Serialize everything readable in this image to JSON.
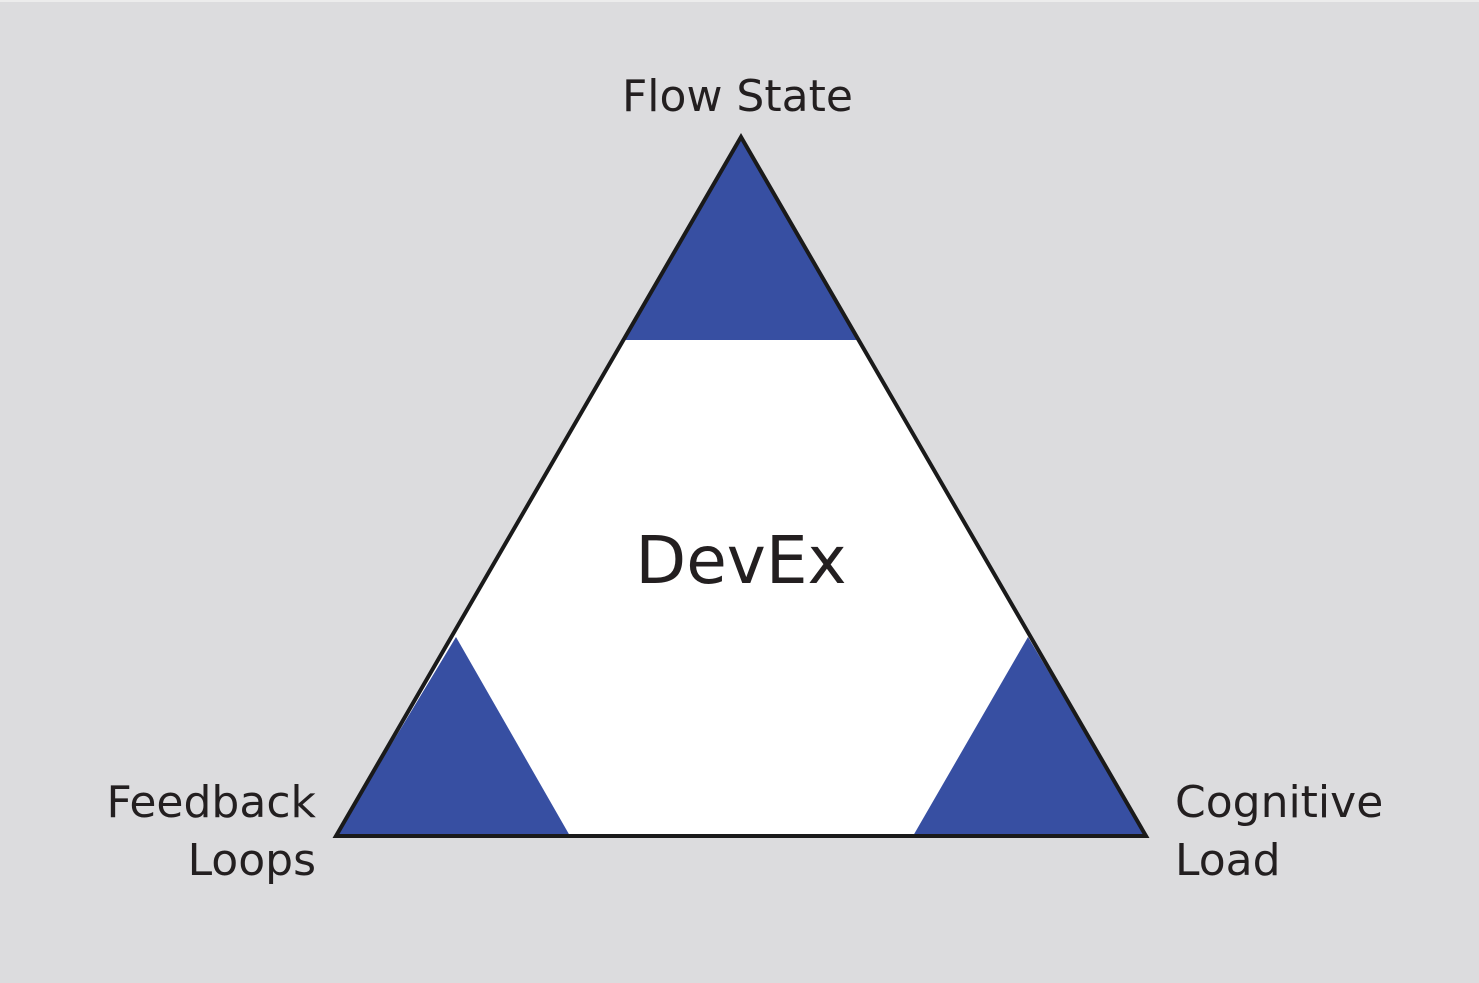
{
  "diagram": {
    "center_label": "DevEx",
    "top_label": "Flow State",
    "bottom_left_label": [
      "Feedback",
      "Loops"
    ],
    "bottom_right_label": [
      "Cognitive",
      "Load"
    ]
  },
  "colors": {
    "background": "#dcdcde",
    "accent": "#374fa2",
    "outline": "#1a1a1a",
    "inner": "#ffffff"
  }
}
